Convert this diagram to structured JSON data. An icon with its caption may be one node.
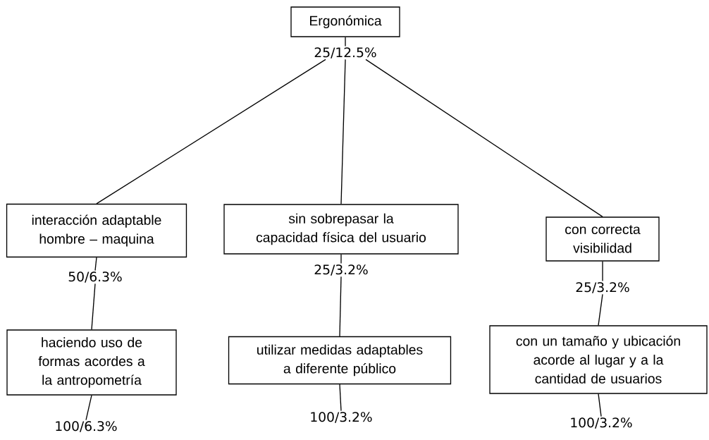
{
  "diagram": {
    "nodes": [
      {
        "text": [
          "Ergonómica"
        ]
      },
      {
        "text": [
          "25/12.5%"
        ]
      },
      {
        "text": [
          "interacción adaptable hombre – maquina"
        ]
      },
      {
        "text": [
          "sin sobrepasar la capacidad física del usuario"
        ]
      },
      {
        "text": [
          "con correcta visibilidad"
        ]
      },
      {
        "text": [
          "50/6.3%"
        ]
      },
      {
        "text": [
          "25/3.2%"
        ]
      },
      {
        "text": [
          "25/3.2%"
        ]
      },
      {
        "text": [
          "haciendo uso de formas acordes a la antropometría"
        ]
      },
      {
        "text": [
          "utilizar medidas adaptables a diferente público"
        ]
      },
      {
        "text": [
          "con un tamaño y ubicación acorde al lugar y a la cantidad de usuarios"
        ]
      },
      {
        "text": [
          "100/6.3%"
        ]
      },
      {
        "text": [
          "100/3.2%"
        ]
      },
      {
        "text": [
          "100/3.2%"
        ]
      }
    ],
    "edges": [
      {
        "from": 0,
        "to": 1,
        "arrow": "none"
      },
      {
        "from": 1,
        "to": 2,
        "arrow": "none"
      },
      {
        "from": 1,
        "to": 3,
        "arrow": "none"
      },
      {
        "from": 1,
        "to": 4,
        "arrow": "none"
      },
      {
        "from": 2,
        "to": 5,
        "arrow": "none"
      },
      {
        "from": 3,
        "to": 6,
        "arrow": "none"
      },
      {
        "from": 4,
        "to": 7,
        "arrow": "none"
      },
      {
        "from": 5,
        "to": 8,
        "arrow": "none"
      },
      {
        "from": 6,
        "to": 9,
        "arrow": "none"
      },
      {
        "from": 7,
        "to": 10,
        "arrow": "none"
      },
      {
        "from": 8,
        "to": 11,
        "arrow": "none"
      },
      {
        "from": 9,
        "to": 12,
        "arrow": "none"
      },
      {
        "from": 10,
        "to": 13,
        "arrow": "none"
      }
    ]
  }
}
